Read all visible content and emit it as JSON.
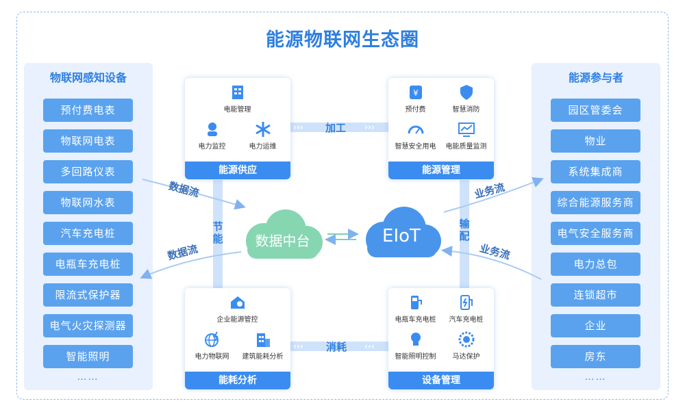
{
  "title": "能源物联网生态圈",
  "left_panel": {
    "title": "物联网感知设备",
    "items": [
      "预付费电表",
      "物联网电表",
      "多回路仪表",
      "物联网水表",
      "汽车充电桩",
      "电瓶车充电桩",
      "限流式保护器",
      "电气火灾探测器",
      "智能照明"
    ],
    "more": "……"
  },
  "right_panel": {
    "title": "能源参与者",
    "items": [
      "园区管委会",
      "物业",
      "系统集成商",
      "综合能源服务商",
      "电气安全服务商",
      "电力总包",
      "连锁超市",
      "企业",
      "房东"
    ],
    "more": "……"
  },
  "boxes": {
    "supply": {
      "title": "能源供应",
      "items": [
        "电能管理",
        "电力监控",
        "电力运维"
      ]
    },
    "management": {
      "title": "能源管理",
      "items": [
        "预付费",
        "智慧消防",
        "智慧安全用电",
        "电能质量监测"
      ]
    },
    "analysis": {
      "title": "能耗分析",
      "items": [
        "企业能源管控",
        "电力物联网",
        "建筑能耗分析"
      ]
    },
    "equipment": {
      "title": "设备管理",
      "items": [
        "电瓶车充电桩",
        "汽车充电桩",
        "智能照明控制",
        "马达保护"
      ]
    }
  },
  "pipes": {
    "top": "加工",
    "bottom": "消耗",
    "left": "节能",
    "right": "输配"
  },
  "clouds": {
    "data_center": "数据中台",
    "eiot": "EIoT"
  },
  "flows": {
    "left_top": "数据流",
    "left_bottom": "数据流",
    "right_top": "业务流",
    "right_bottom": "业务流"
  },
  "colors": {
    "primary": "#3b8cf0",
    "panel_bg": "#e8f1fd",
    "data_cloud": "#7fd1ad",
    "eiot_cloud": "#4a95ec"
  }
}
